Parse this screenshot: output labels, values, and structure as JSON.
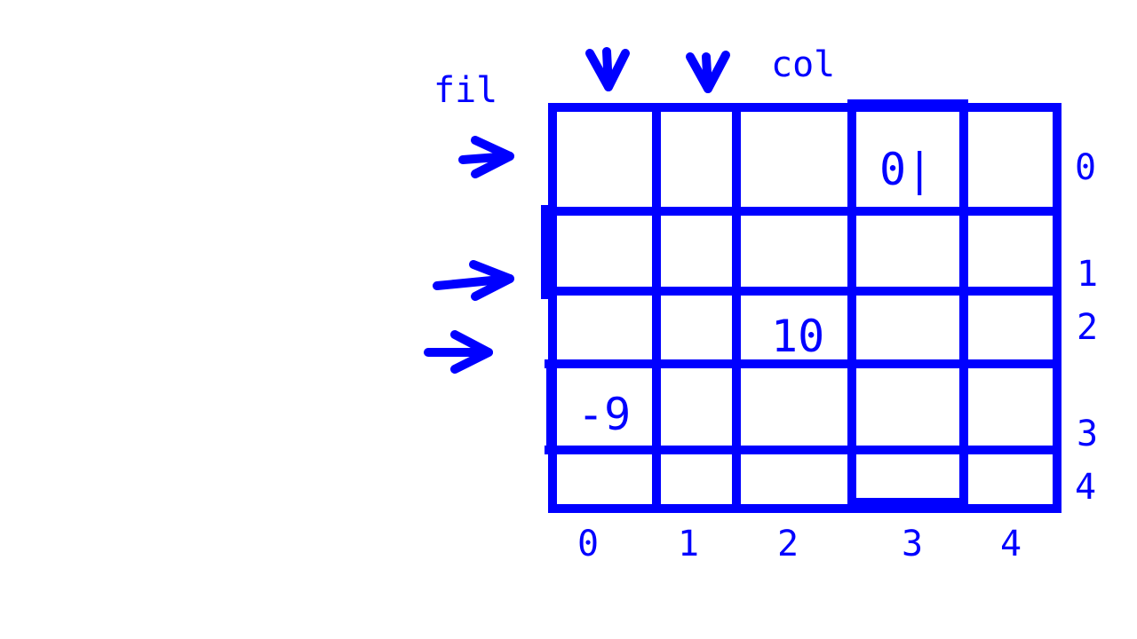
{
  "labels": {
    "fil": "fil",
    "col": "col"
  },
  "row_indices": [
    "0",
    "1",
    "2",
    "3",
    "4"
  ],
  "col_indices": [
    "0",
    "1",
    "2",
    "3",
    "4"
  ],
  "cells": [
    {
      "row": 0,
      "col": 3,
      "text": "0|"
    },
    {
      "row": 2,
      "col": 2,
      "text": "10"
    },
    {
      "row": 3,
      "col": 0,
      "text": "-9"
    }
  ],
  "colors": {
    "ink": "#0000ff",
    "background": "#ffffff"
  },
  "icons": {
    "row_pointer": "right-arrow-icon",
    "col_pointer": "down-arrow-icon"
  }
}
